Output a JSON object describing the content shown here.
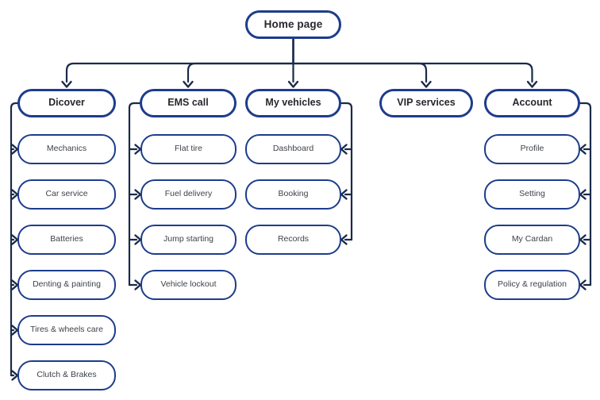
{
  "diagram": {
    "title": "Sitemap flowchart",
    "root": {
      "label": "Home page"
    },
    "columns": [
      {
        "label": "Dicover",
        "children": [
          "Mechanics",
          "Car service",
          "Batteries",
          "Denting & painting",
          "Tires & wheels care",
          "Clutch & Brakes"
        ]
      },
      {
        "label": "EMS call",
        "children": [
          "Flat tire",
          "Fuel delivery",
          "Jump starting",
          "Vehicle lockout"
        ]
      },
      {
        "label": "My vehicles",
        "children": [
          "Dashboard",
          "Booking",
          "Records"
        ]
      },
      {
        "label": "VIP services",
        "children": []
      },
      {
        "label": "Account",
        "children": [
          "Profile",
          "Setting",
          "My Cardan",
          "Policy & regulation"
        ]
      }
    ],
    "colors": {
      "box_border": "#1d3c8c",
      "connector": "#1b2a4a",
      "header_text": "#26282d",
      "child_text": "#3e4249",
      "background": "#ffffff"
    }
  }
}
